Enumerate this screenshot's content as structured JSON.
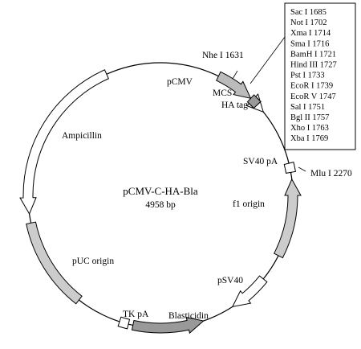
{
  "plasmid": {
    "name": "pCMV-C-HA-Bla",
    "size": "4958 bp"
  },
  "labels": {
    "nhe": "Nhe I 1631",
    "pcmv": "pCMV",
    "mcs": "MCS",
    "ha_tag": "HA tag",
    "ampicillin": "Ampicillin",
    "sv40pa": "SV40 pA",
    "mlu": "Mlu I 2270",
    "f1": "f1 origin",
    "puc": "pUC origin",
    "psv40": "pSV40",
    "tkpa": "TK pA",
    "blasticidin": "Blasticidin"
  },
  "mcs_sites": [
    "Sac I 1685",
    "Not I 1702",
    "Xma I 1714",
    "Sma I 1716",
    "BamH I 1721",
    "Hind III 1727",
    "Pst I 1733",
    "EcoR I 1739",
    "EcoR V 1747",
    "Sal I 1751",
    "Bgl II 1757",
    "Xho I 1763",
    "Xba I 1769"
  ],
  "colors": {
    "line": "#000000",
    "promoter_fill": "#bbbbbb",
    "origin_fill": "#cccccc",
    "resistance_fill": "#ffffff",
    "blasticidin_fill": "#999999",
    "tag_fill": "#ffffff"
  }
}
